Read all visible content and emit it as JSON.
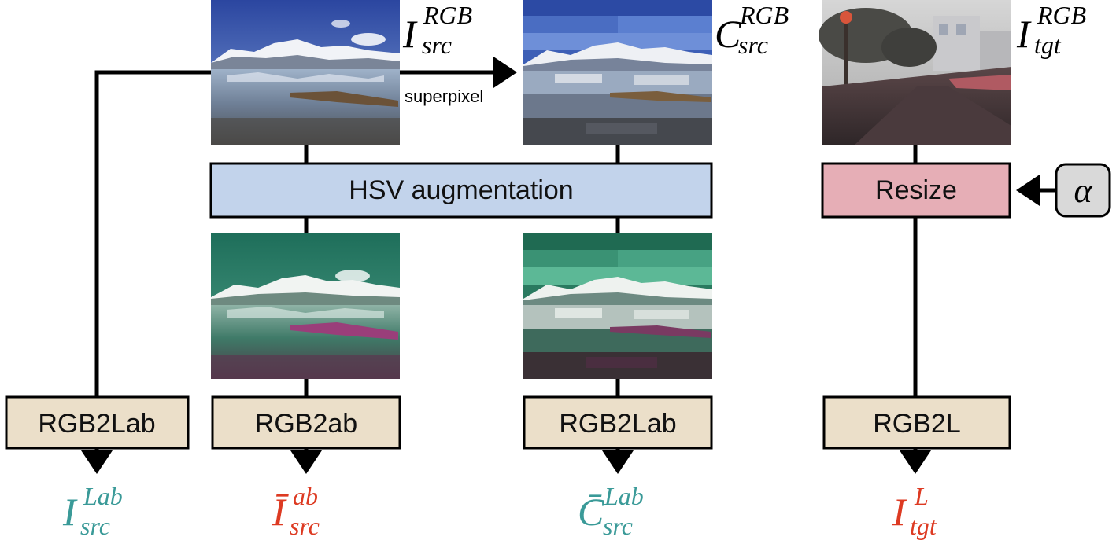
{
  "colors": {
    "hsv_fill": "#c2d3eb",
    "resize_fill": "#e6aeb6",
    "rgb_box_fill": "#ebdfc9",
    "alpha_fill": "#d9d9d9",
    "teal": "#3a9a98",
    "red": "#dd3a22",
    "black": "#000000"
  },
  "boxes": {
    "hsv": "HSV augmentation",
    "resize": "Resize",
    "rgb2lab_left": "RGB2Lab",
    "rgb2ab": "RGB2ab",
    "rgb2lab_right": "RGB2Lab",
    "rgb2l": "RGB2L",
    "alpha": "α"
  },
  "edge_labels": {
    "superpixel": "superpixel"
  },
  "images": {
    "src_original": "lake-mountain-photo",
    "src_superpixel": "lake-mountain-superpixel",
    "tgt_original": "street-scene-photo",
    "src_augmented": "lake-mountain-augmented",
    "superpixel_augmented": "lake-mountain-superpixel-augmented"
  },
  "labels": {
    "i_src_rgb": {
      "base": "I",
      "sup": "RGB",
      "sub": "src"
    },
    "c_src_rgb": {
      "base": "C",
      "sup": "RGB",
      "sub": "src"
    },
    "i_tgt_rgb": {
      "base": "I",
      "sup": "RGB",
      "sub": "tgt"
    },
    "i_src_lab": {
      "base": "I",
      "sup": "Lab",
      "sub": "src"
    },
    "i_bar_src_ab": {
      "base": "Ī",
      "sup": "ab",
      "sub": "src"
    },
    "c_bar_src_lab": {
      "base": "C̄",
      "sup": "Lab",
      "sub": "src"
    },
    "i_tgt_l": {
      "base": "I",
      "sup": "L",
      "sub": "tgt"
    }
  }
}
